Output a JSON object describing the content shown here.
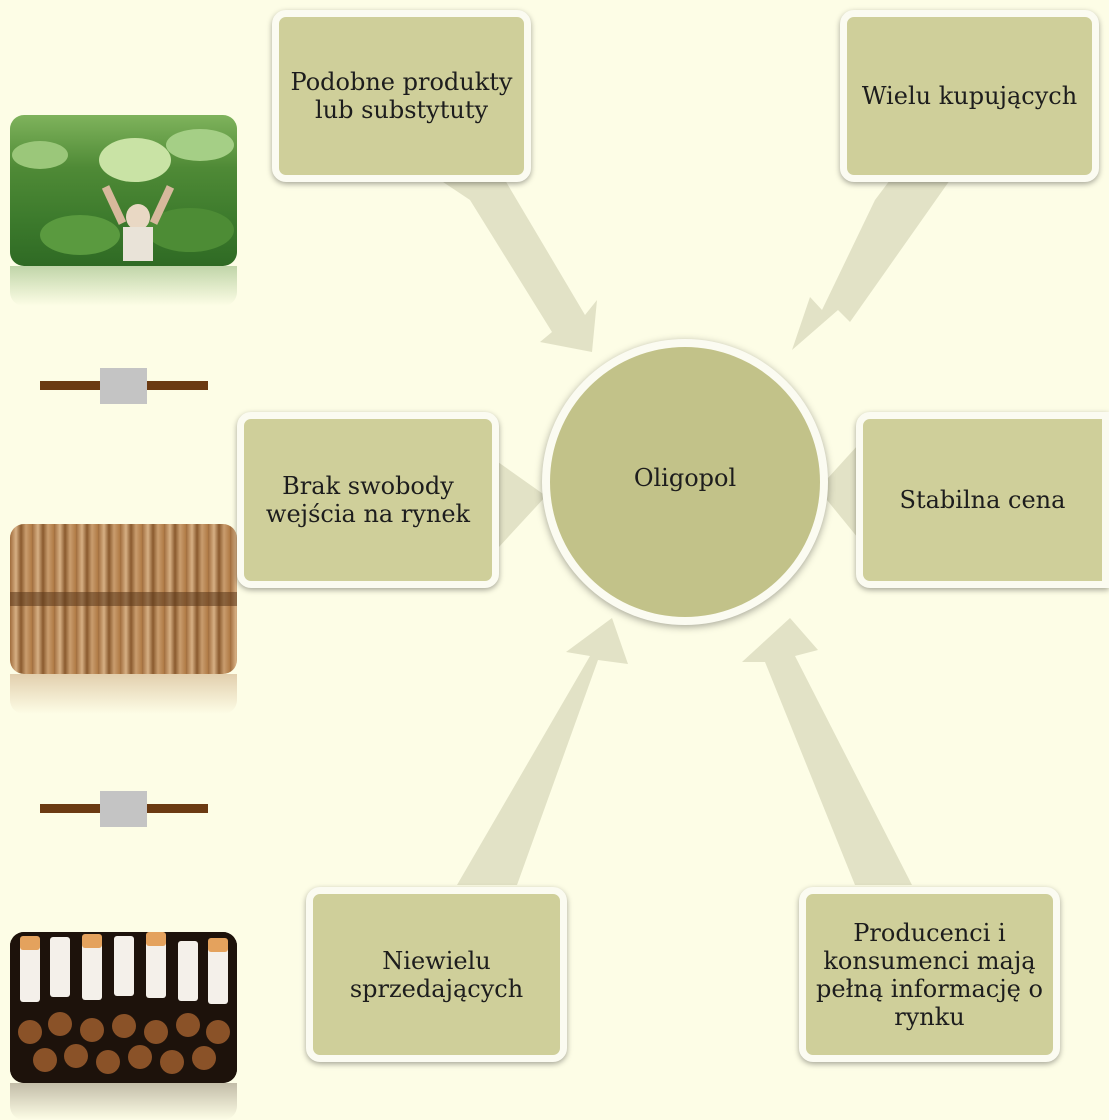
{
  "diagram": {
    "center": {
      "label": "Oligopol"
    },
    "nodes": [
      {
        "id": "top-left",
        "label": "Podobne produkty lub substytuty"
      },
      {
        "id": "top-right",
        "label": "Wielu kupujących"
      },
      {
        "id": "mid-left",
        "label": "Brak swobody wejścia na rynek"
      },
      {
        "id": "mid-right",
        "label": "Stabilna cena"
      },
      {
        "id": "bottom-left",
        "label": "Niewielu sprzedających"
      },
      {
        "id": "bottom-right",
        "label": "Producenci i konsumenci mają pełną informację o rynku"
      }
    ]
  },
  "sidebar": {
    "images": [
      {
        "name": "tobacco-field-photo"
      },
      {
        "name": "dried-tobacco-leaves-photo"
      },
      {
        "name": "cigarettes-photo"
      }
    ]
  },
  "colors": {
    "background": "#fdfde6",
    "node_fill": "#cfcf9a",
    "center_fill": "#c2c289",
    "arrow_fill": "#e3e3c8",
    "connector_bar": "#6b3a12",
    "connector_knob": "#c4c4c4"
  }
}
